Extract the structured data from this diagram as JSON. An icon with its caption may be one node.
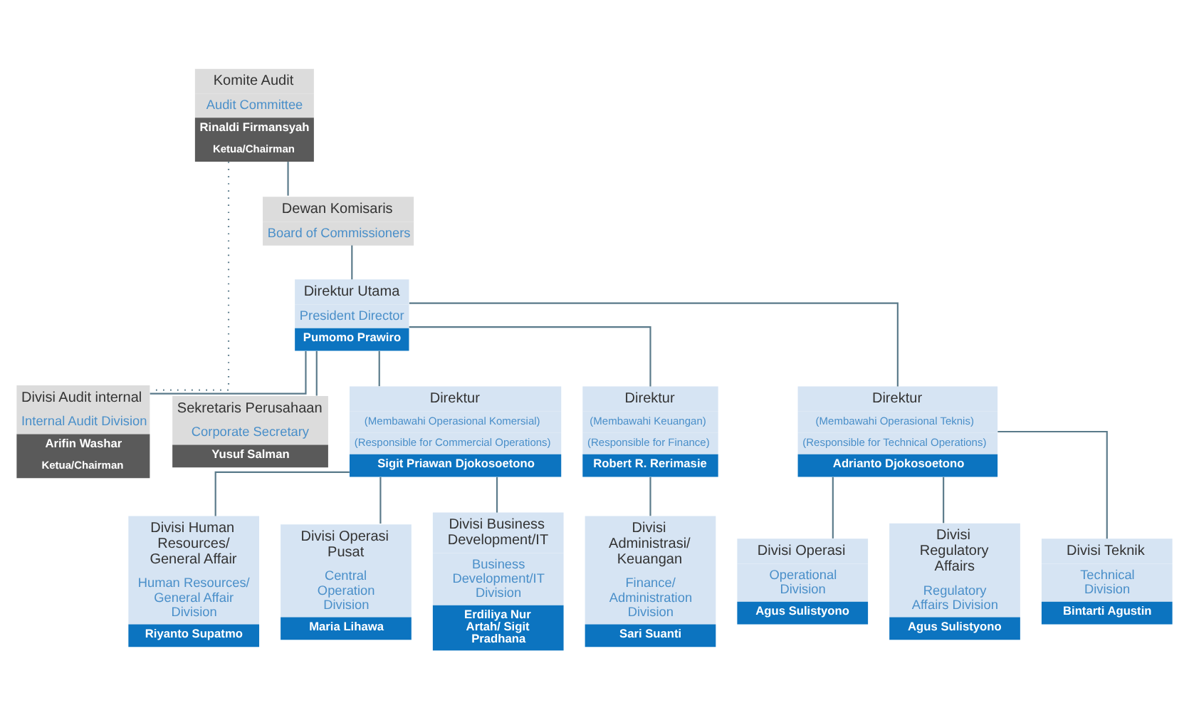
{
  "diagram": {
    "nodes": [
      {
        "text": [
          "Dewan Komisaris",
          "Board of Commissioners"
        ]
      },
      {
        "text": [
          "Komite Audit",
          "Audit Committee",
          "Rinaldi Firmansyah",
          "Ketua/Chairman"
        ]
      },
      {
        "text": [
          "Direktur Utama",
          "President Director",
          "Pumomo Prawiro"
        ]
      },
      {
        "text": [
          "Divisi Audit internal",
          "Internal Audit Division",
          "Arifin Washar",
          "Ketua/Chairman"
        ]
      },
      {
        "text": [
          "Sekretaris Perusahaan",
          "Corporate Secretary",
          "Yusuf Salman"
        ]
      },
      {
        "text": [
          "Direktur",
          "(Membawahi Operasional Komersial)",
          "(Responsible for Commercial Operations)",
          "Sigit Priawan Djokosoetono"
        ]
      },
      {
        "text": [
          "Direktur",
          "(Membawahi Keuangan)",
          "(Responsible for Finance)",
          "Robert R. Rerimasie"
        ]
      },
      {
        "text": [
          "Direktur",
          "(Membawahi Operasional Teknis)",
          "(Responsible for Technical Operations)",
          "Adrianto Djokosoetono"
        ]
      },
      {
        "text": [
          "Divisi Human Resources/ General Affair",
          "Human Resources/ General Affair Division",
          "Riyanto Supatmo"
        ]
      },
      {
        "text": [
          "Divisi Operasi Pusat",
          "Central Operation Division",
          "Maria Lihawa"
        ]
      },
      {
        "text": [
          "Divisi Business Development/IT",
          "Business Development/IT Division",
          "Erdiliya Nur Artah/ Sigit Pradhana"
        ]
      },
      {
        "text": [
          "Divisi Administrasi/ Keuangan",
          "Finance/ Administration Division",
          "Sari Suanti"
        ]
      },
      {
        "text": [
          "Divisi Operasi",
          "Operational Division",
          "Agus Sulistyono"
        ]
      },
      {
        "text": [
          "Divisi Regulatory Affairs",
          "Regulatory Affairs Division",
          "Agus Sulistyono"
        ]
      },
      {
        "text": [
          "Divisi Teknik",
          "Technical Division",
          "Bintarti Agustin"
        ]
      }
    ],
    "edges": [
      {
        "from": 0,
        "to": 2,
        "arrow": "none"
      },
      {
        "from": 1,
        "to": 0,
        "arrow": "none"
      },
      {
        "from": 1,
        "to": 3,
        "arrow": "none",
        "style": "dashed"
      },
      {
        "from": 2,
        "to": 3,
        "arrow": "none"
      },
      {
        "from": 2,
        "to": 4,
        "arrow": "none"
      },
      {
        "from": 2,
        "to": 5,
        "arrow": "none"
      },
      {
        "from": 2,
        "to": 6,
        "arrow": "none"
      },
      {
        "from": 2,
        "to": 7,
        "arrow": "none"
      },
      {
        "from": 5,
        "to": 8,
        "arrow": "none"
      },
      {
        "from": 5,
        "to": 9,
        "arrow": "none"
      },
      {
        "from": 5,
        "to": 10,
        "arrow": "none"
      },
      {
        "from": 6,
        "to": 11,
        "arrow": "none"
      },
      {
        "from": 7,
        "to": 12,
        "arrow": "none"
      },
      {
        "from": 7,
        "to": 13,
        "arrow": "none"
      },
      {
        "from": 7,
        "to": 14,
        "arrow": "none"
      }
    ]
  }
}
